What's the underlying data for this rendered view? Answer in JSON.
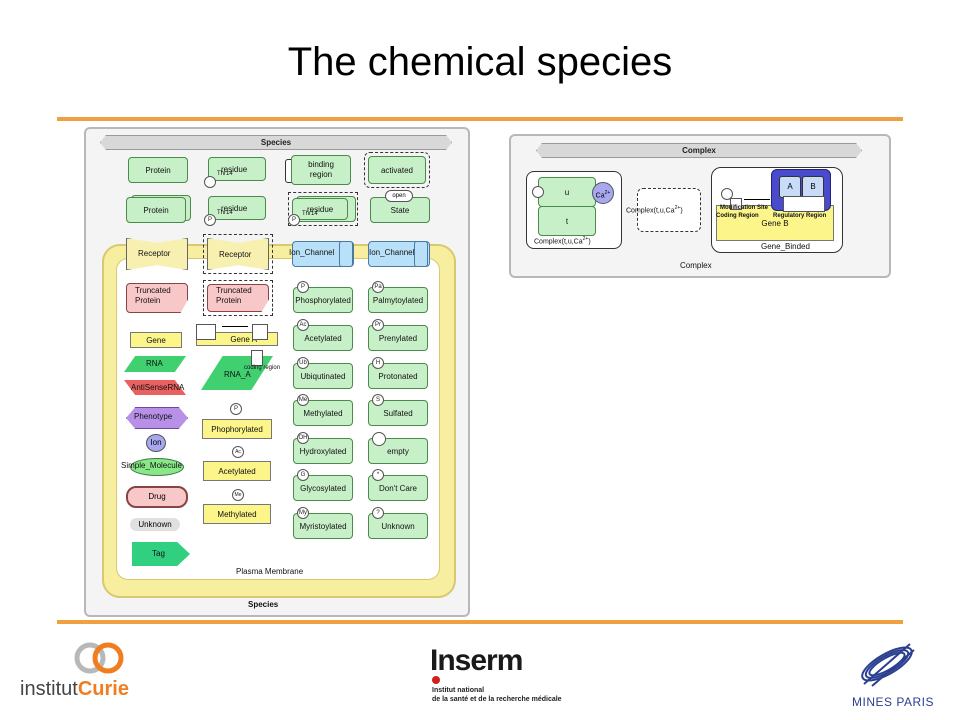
{
  "slide": {
    "title": "The chemical species"
  },
  "species": {
    "header": "Species",
    "footer": "Species",
    "membrane_label": "Plasma Membrane",
    "col1": [
      "Protein",
      "Protein",
      "Receptor",
      "Truncated\nProtein",
      "Gene",
      "RNA",
      "AntiSenseRNA",
      "Phenotype",
      "Ion",
      "Simple_Molecule",
      "Drug",
      "Unknown",
      "Tag"
    ],
    "col2": {
      "residue1": "residue",
      "residue1_site": "Thr14",
      "residue2": "residue",
      "residue2_site": "Thr14",
      "receptor": "Receptor",
      "truncated": "Truncated\nProtein",
      "gene": "Gene A",
      "rna": "RNA_A",
      "rna_region": "coding region",
      "mods": [
        {
          "tag": "P",
          "label": "Phophorylated"
        },
        {
          "tag": "Ac",
          "label": "Acetylated"
        },
        {
          "tag": "Me",
          "label": "Methylated"
        }
      ]
    },
    "col3": {
      "binding": "binding\nregion",
      "residue": "residue",
      "residue_site": "Thr14",
      "ion_channel": "Ion_Channel",
      "mods": [
        {
          "tag": "P",
          "label": "Phosphorylated"
        },
        {
          "tag": "Ac",
          "label": "Acetylated"
        },
        {
          "tag": "Ub",
          "label": "Ubiqutinated"
        },
        {
          "tag": "Me",
          "label": "Methylated"
        },
        {
          "tag": "OH",
          "label": "Hydroxylated"
        },
        {
          "tag": "G",
          "label": "Glycosylated"
        },
        {
          "tag": "My",
          "label": "Myristoylated"
        }
      ]
    },
    "col4": {
      "activated": "activated",
      "state_tag": "open",
      "state": "State",
      "ion_channel": "Ion_Channel",
      "mods": [
        {
          "tag": "Pa",
          "label": "Palmytoylated"
        },
        {
          "tag": "Pr",
          "label": "Prenylated"
        },
        {
          "tag": "H",
          "label": "Protonated"
        },
        {
          "tag": "S",
          "label": "Sulfated"
        },
        {
          "tag": "",
          "label": "empty"
        },
        {
          "tag": "*",
          "label": "Don't Care"
        },
        {
          "tag": "?",
          "label": "Unknown"
        }
      ]
    }
  },
  "complex": {
    "header": "Complex",
    "footer": "Complex",
    "u": "u",
    "t": "t",
    "ca": "Ca",
    "ca_sup": "2+",
    "left_caption": "Complex(t,u,Ca",
    "left_caption_sup": "2+",
    "left_caption_end": ")",
    "middle": "Complex(t,u,Ca",
    "middle_sup": "2+",
    "middle_end": ")",
    "a": "A",
    "b": "B",
    "modification_site": "Modification Site",
    "coding_region": "Coding Region",
    "regulatory_region": "Regulatory Region",
    "gene_b": "Gene B",
    "gene_binded": "Gene_Binded"
  },
  "logos": {
    "curie_prefix": "institut",
    "curie_name": "Curie",
    "inserm": "Inserm",
    "inserm_line1": "Institut national",
    "inserm_line2": "de la santé et de la recherche médicale",
    "mines": "MINES PARIS"
  },
  "colors": {
    "accent_rule": "#f0a040",
    "species_green": "#c8f0c8",
    "gene_yellow": "#fbf58a",
    "curie_orange": "#f07e20",
    "inserm_red": "#d0201a",
    "mines_blue": "#2a3f8f"
  }
}
